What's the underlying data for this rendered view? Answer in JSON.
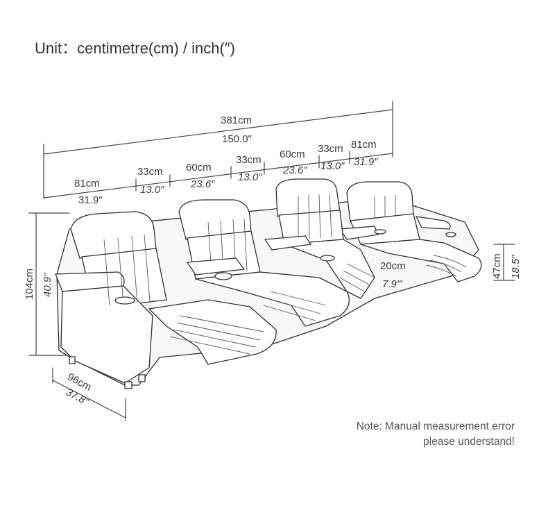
{
  "header": {
    "unit_text": "Unit：centimetre(cm) / inch(″)"
  },
  "dimensions": {
    "total_width_cm": "381cm",
    "total_width_in": "150.0″",
    "seat_left_cm": "81cm",
    "seat_left_in": "31.9″",
    "console_1_cm": "33cm",
    "console_1_in": "13.0″",
    "middle_seat_1_cm": "60cm",
    "middle_seat_1_in": "23.6″",
    "console_2_cm": "33cm",
    "console_2_in": "13.0″",
    "middle_seat_2_cm": "60cm",
    "middle_seat_2_in": "23.6″",
    "console_3_cm": "33cm",
    "console_3_in": "13.0″",
    "seat_right_cm": "81cm",
    "seat_right_in": "31.9″",
    "height_cm": "104cm",
    "height_in": "40.9″",
    "depth_cm": "96cm",
    "depth_in": "37.8″",
    "seat_height_cm": "47cm",
    "seat_height_in": "18.5″",
    "clearance_cm": "20cm",
    "clearance_in": "7.9′″"
  },
  "note": {
    "line1": "Note: Manual measurement error",
    "line2": "please understand!"
  }
}
